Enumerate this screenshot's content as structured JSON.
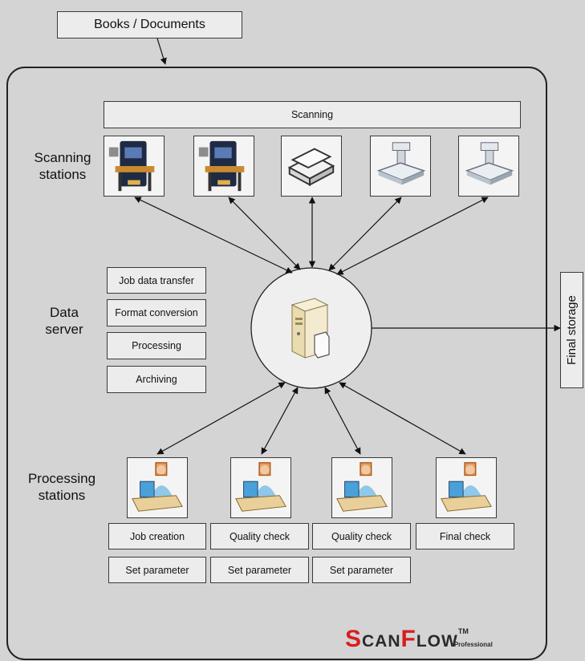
{
  "input": "Books / Documents",
  "scanning": {
    "header": "Scanning",
    "group_label_1": "Scanning",
    "group_label_2": "stations"
  },
  "data_server": {
    "label_1": "Data",
    "label_2": "server",
    "functions": [
      "Job data transfer",
      "Format conversion",
      "Processing",
      "Archiving"
    ]
  },
  "processing": {
    "label_1": "Processing",
    "label_2": "stations",
    "tasks": [
      "Job creation",
      "Quality check",
      "Quality check",
      "Final check"
    ],
    "parameters": [
      "Set parameter",
      "Set parameter",
      "Set parameter"
    ]
  },
  "output": "Final storage",
  "logo": {
    "s": "S",
    "can": "CAN",
    "f": "F",
    "low": "LOW",
    "tm": "TM",
    "sub": "Professional"
  },
  "colors": {
    "logo_red": "#d81e1e",
    "background": "#d4d4d4"
  },
  "icons": {
    "scanners": [
      "book-scanner-icon",
      "book-scanner-icon",
      "flatbed-scanner-icon",
      "overhead-scanner-icon",
      "overhead-scanner-icon"
    ],
    "server": "server-icon",
    "workstation": "operator-workstation-icon"
  }
}
